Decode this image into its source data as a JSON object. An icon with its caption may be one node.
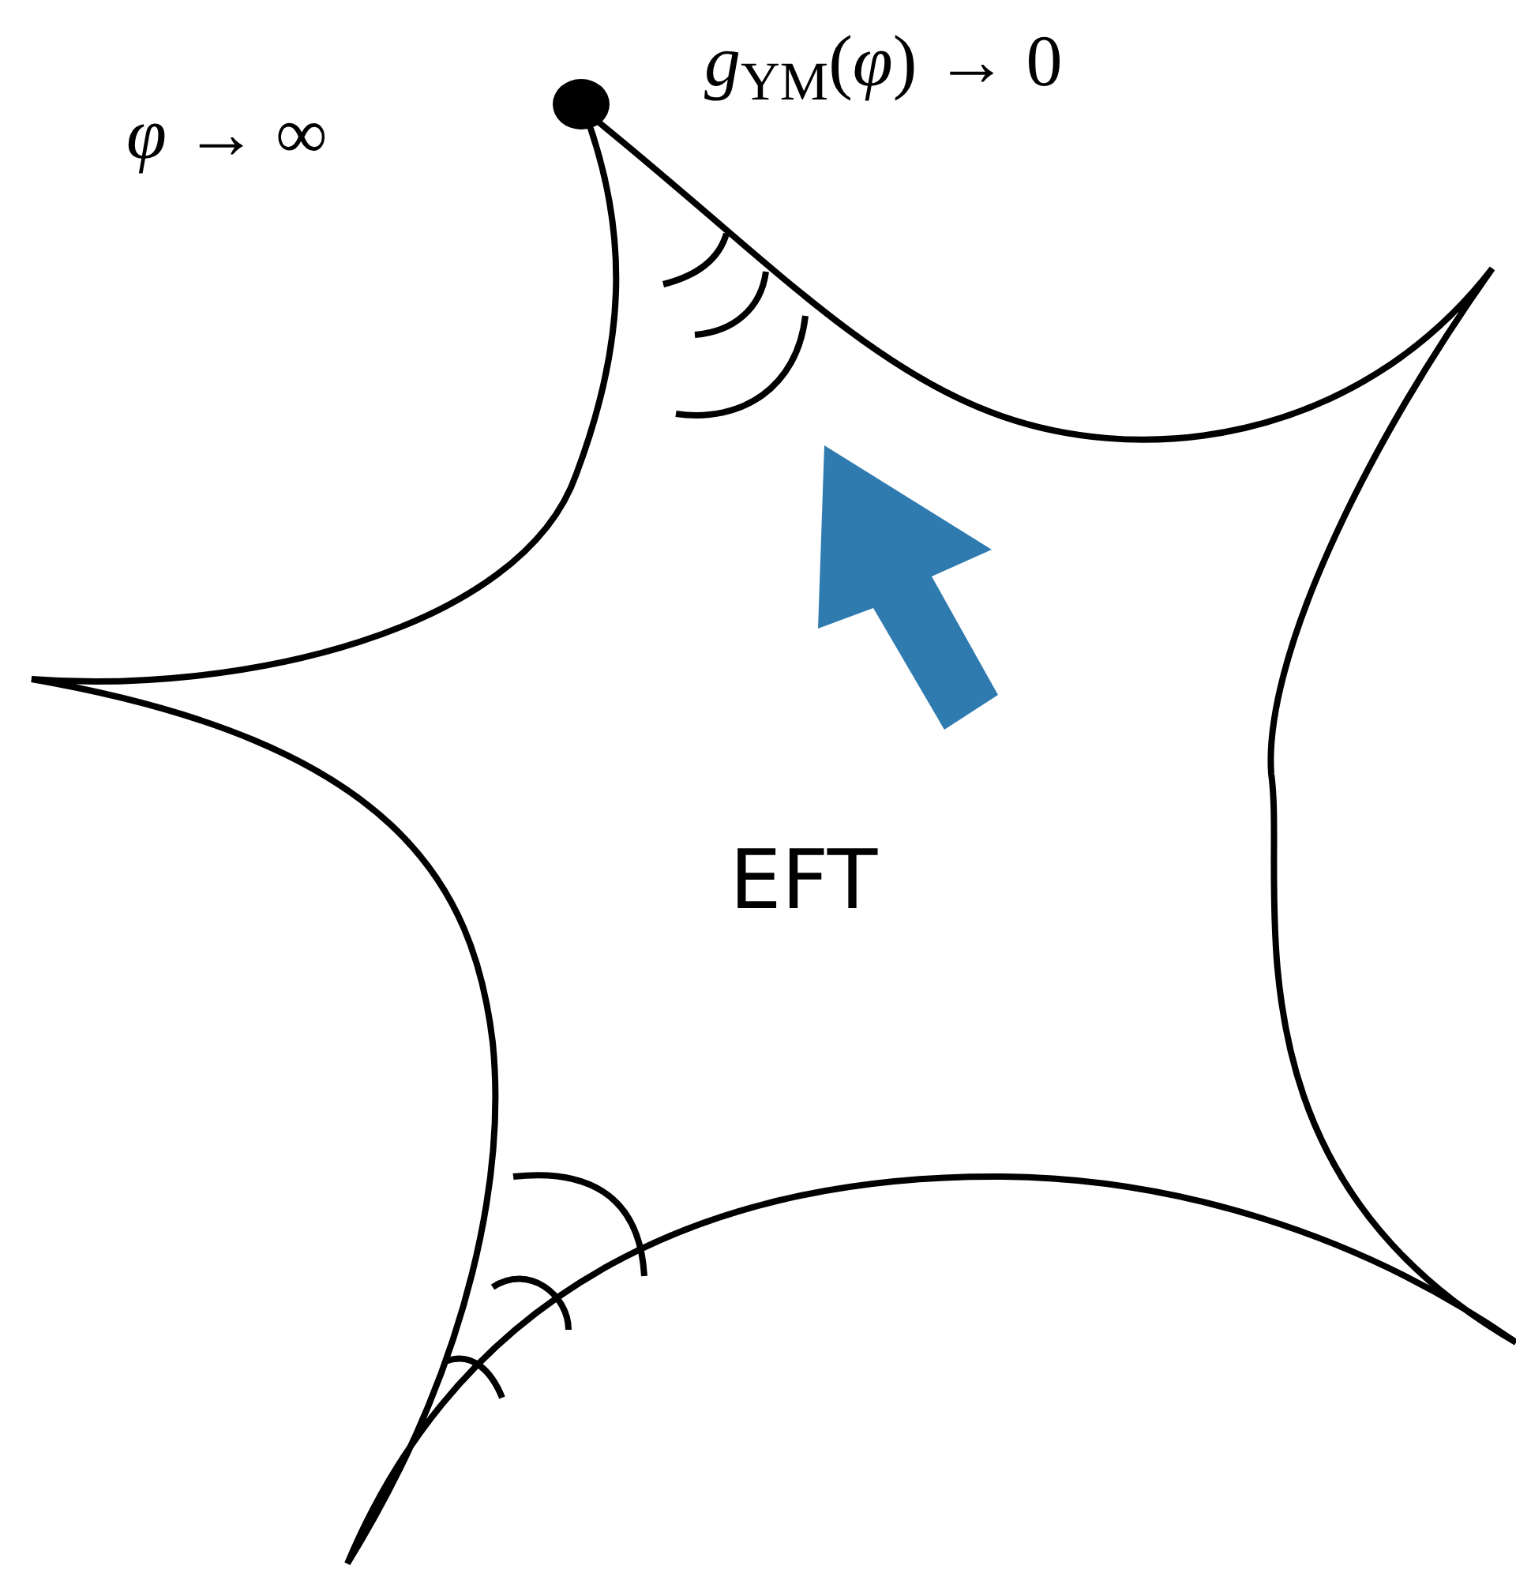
{
  "diagram": {
    "nodes": [
      {
        "text": [
          "EFT"
        ]
      },
      {
        "text": [],
        "shape": "circle"
      }
    ],
    "labels": [
      "*φ* → ∞",
      "*g*$_{YM}$(*φ*) → 0"
    ]
  }
}
